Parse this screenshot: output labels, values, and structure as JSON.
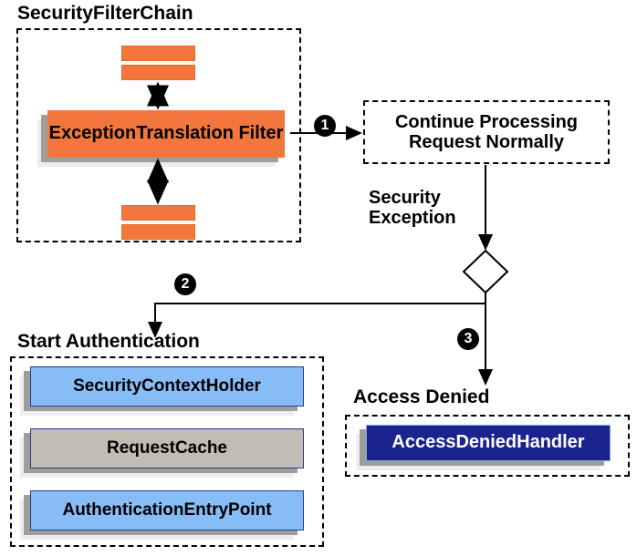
{
  "diagram": {
    "title": "Spring Security ExceptionTranslationFilter flow",
    "colors": {
      "filter_orange": "#f3773c",
      "component_blue": "#87bdf7",
      "component_tan": "#c2bdb2",
      "handler_navy": "#1b248e",
      "shadow_mid": "#9e9e9e",
      "shadow_back": "#ededed",
      "border_navy": "#2d3a8c",
      "stroke_black": "#000000",
      "text_white": "#ffffff"
    }
  },
  "groups": {
    "security_filter_chain": {
      "title": "SecurityFilterChain"
    },
    "start_authentication": {
      "title": "Start Authentication"
    },
    "access_denied": {
      "title": "Access Denied"
    }
  },
  "nodes": {
    "exception_translation_filter": {
      "label": "ExceptionTranslation\nFilter"
    },
    "continue_processing": {
      "label": "Continue Processing\nRequest Normally"
    },
    "security_context_holder": {
      "label": "SecurityContextHolder"
    },
    "request_cache": {
      "label": "RequestCache"
    },
    "authentication_entry_point": {
      "label": "AuthenticationEntryPoint"
    },
    "access_denied_handler": {
      "label": "AccessDeniedHandler"
    }
  },
  "filter_bars": {
    "top": [
      "",
      ""
    ],
    "bottom": [
      "",
      ""
    ]
  },
  "edges": {
    "security_exception": {
      "label": "Security\nException"
    }
  },
  "badges": {
    "one": "❶",
    "two": "❷",
    "three": "❸",
    "one_num": "1",
    "two_num": "2",
    "three_num": "3"
  }
}
